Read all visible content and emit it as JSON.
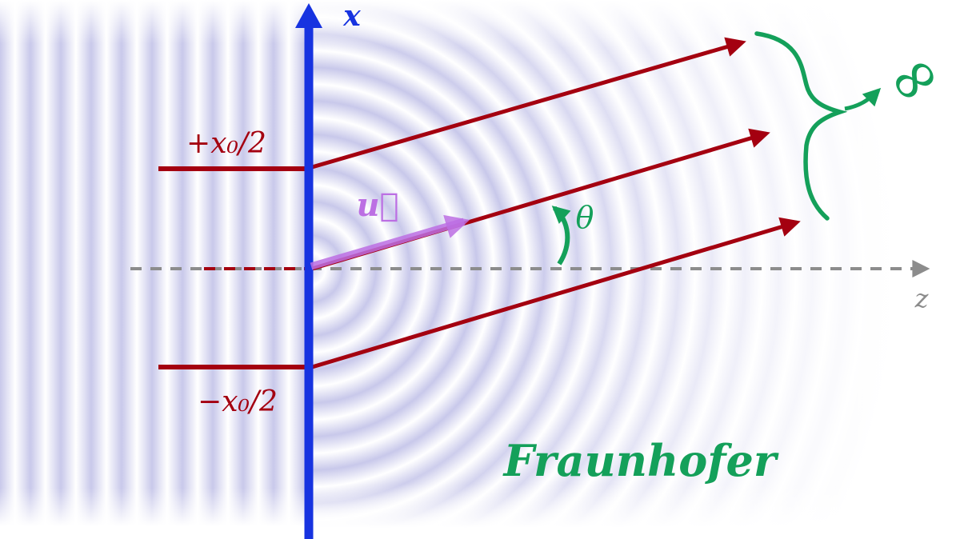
{
  "labels": {
    "x_axis": "x",
    "z_axis": "z",
    "slit_top": "+x₀/2",
    "slit_bottom": "−x₀/2",
    "vector_u": "u⃗",
    "angle_theta": "θ",
    "infinity": "∞",
    "regime": "Fraunhofer"
  },
  "colors": {
    "axis-blue": "#1733e0",
    "axis-gray": "#8c8c8c",
    "ray-red": "#a40010",
    "accent-green": "#14a05a",
    "vector-purple": "#bc6fe3",
    "wave-lavender": "#9292d680"
  }
}
